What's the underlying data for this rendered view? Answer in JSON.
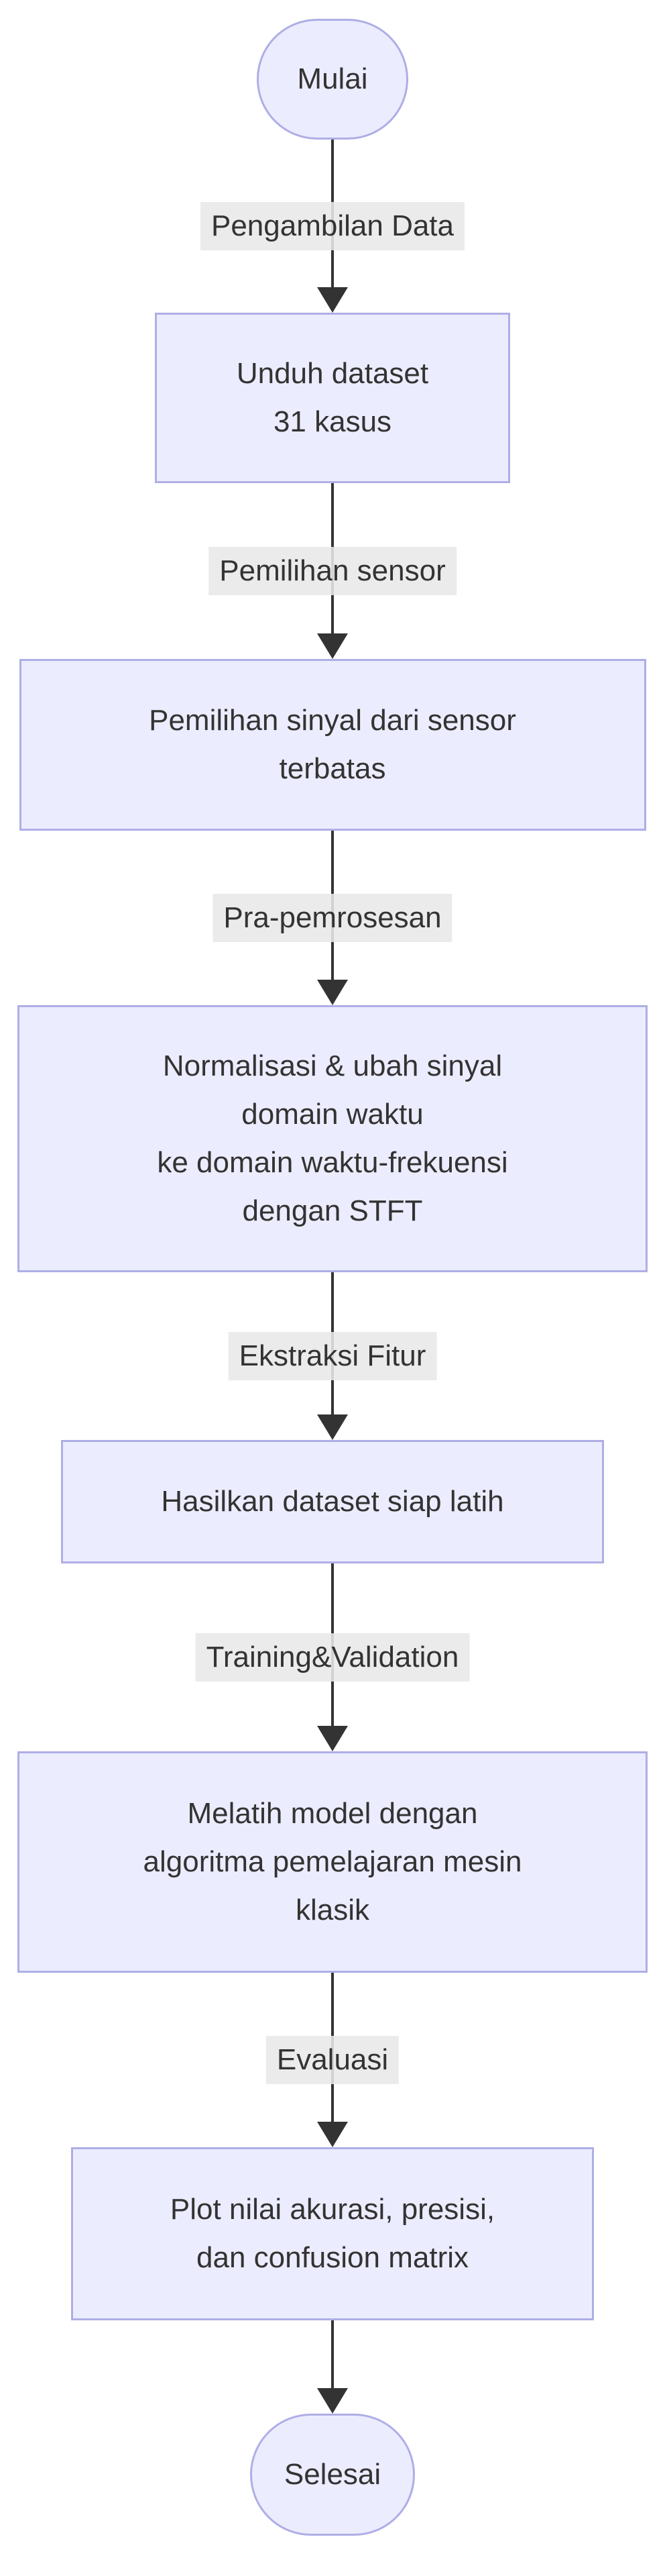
{
  "flow": {
    "title": "Research workflow flowchart",
    "colors": {
      "node_fill": "#ECECFF",
      "node_border": "#aeaee6",
      "edge_color": "#333333",
      "edge_label_bg": "#e8e8e8",
      "text_color": "#333333",
      "background": "#ffffff"
    },
    "nodes": [
      {
        "id": "start",
        "type": "stadium",
        "lines": [
          "Mulai"
        ]
      },
      {
        "id": "download",
        "type": "rect",
        "lines": [
          "Unduh dataset",
          "31 kasus"
        ]
      },
      {
        "id": "select",
        "type": "rect",
        "lines": [
          "Pemilihan sinyal dari sensor",
          "terbatas"
        ]
      },
      {
        "id": "preproc",
        "type": "rect",
        "lines": [
          "Normalisasi & ubah sinyal",
          "domain waktu",
          "ke domain waktu-frekuensi",
          "dengan STFT"
        ]
      },
      {
        "id": "dataset",
        "type": "rect",
        "lines": [
          "Hasilkan dataset siap latih"
        ]
      },
      {
        "id": "train",
        "type": "rect",
        "lines": [
          "Melatih model dengan",
          "algoritma pemelajaran mesin",
          "klasik"
        ]
      },
      {
        "id": "plot",
        "type": "rect",
        "lines": [
          "Plot nilai akurasi, presisi,",
          "dan confusion matrix"
        ]
      },
      {
        "id": "end",
        "type": "stadium",
        "lines": [
          "Selesai"
        ]
      }
    ],
    "edges": [
      {
        "label": "Pengambilan Data"
      },
      {
        "label": "Pemilihan sensor"
      },
      {
        "label": "Pra-pemrosesan"
      },
      {
        "label": "Ekstraksi Fitur"
      },
      {
        "label": "Training&Validation"
      },
      {
        "label": "Evaluasi"
      },
      {
        "label": ""
      }
    ]
  }
}
